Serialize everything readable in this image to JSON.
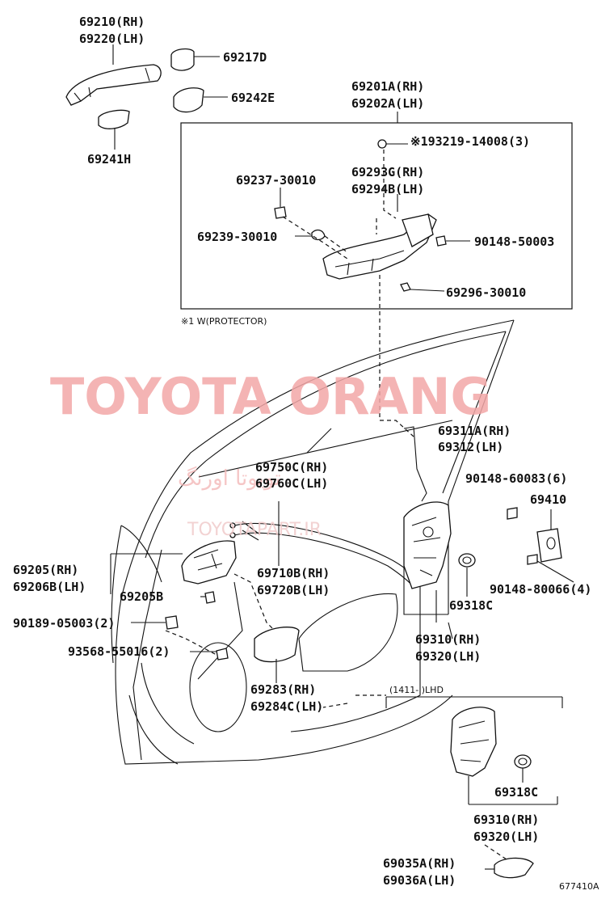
{
  "watermark": {
    "main": "TOYOTA ORANG",
    "persian": "تویوتا اورنگ",
    "url": "TOYOTAPART.IR"
  },
  "labels": {
    "l1": "69210(RH)",
    "l2": "69220(LH)",
    "l3": "69217D",
    "l4": "69242E",
    "l5": "69241H",
    "l6": "69201A(RH)",
    "l7": "69202A(LH)",
    "l8": "※193219-14008(3)",
    "l9": "69293G(RH)",
    "l10": "69294B(LH)",
    "l11": "69237-30010",
    "l12": "69239-30010",
    "l13": "90148-50003",
    "l14": "69296-30010",
    "l15": "69311A(RH)",
    "l16": "69312(LH)",
    "l17": "69750C(RH)",
    "l18": "69760C(LH)",
    "l19": "90148-60083(6)",
    "l20": "69410",
    "l21": "69205(RH)",
    "l22": "69206B(LH)",
    "l23": "69205B",
    "l24": "69710B(RH)",
    "l25": "69720B(LH)",
    "l26": "90148-80066(4)",
    "l27": "90189-05003(2)",
    "l28": "69318C",
    "l29": "93568-55016(2)",
    "l30": "69310(RH)",
    "l31": "69320(LH)",
    "l32": "69283(RH)",
    "l33": "69284C(LH)",
    "l34": "69318C",
    "l35": "69310(RH)",
    "l36": "69320(LH)",
    "l37": "69035A(RH)",
    "l38": "69036A(LH)",
    "l39": "677410A"
  },
  "notes": {
    "protector": "※1 W(PROTECTOR)",
    "variant": "(1411-    )LHD"
  }
}
